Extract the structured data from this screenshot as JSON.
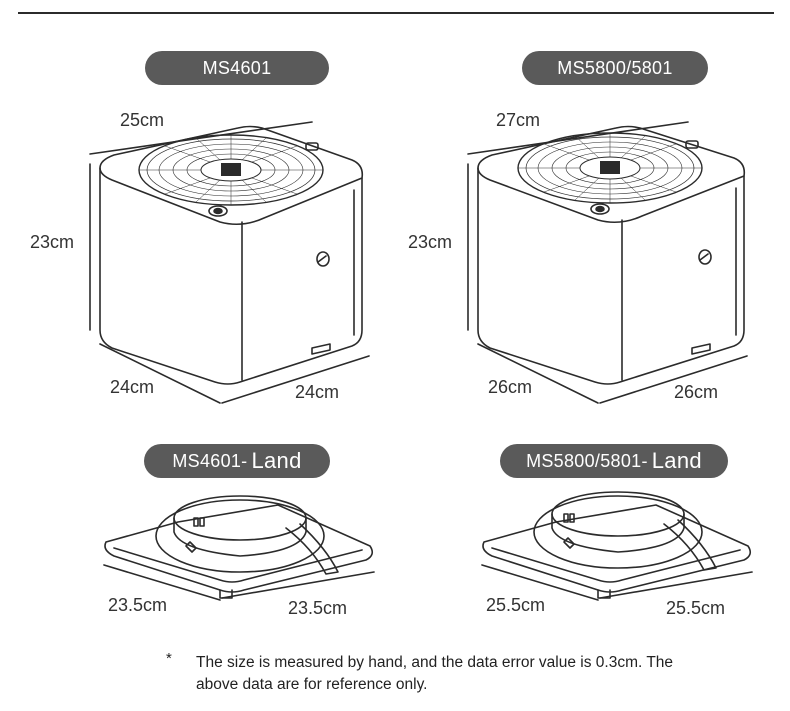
{
  "models": [
    {
      "label": "MS4601",
      "width": "25cm",
      "height": "23cm",
      "depth_left": "24cm",
      "depth_right": "24cm"
    },
    {
      "label": "MS5800/5801",
      "width": "27cm",
      "height": "23cm",
      "depth_left": "26cm",
      "depth_right": "26cm"
    }
  ],
  "lands": [
    {
      "label_prefix": "MS4601-",
      "label_suffix": "Land",
      "dim_left": "23.5cm",
      "dim_right": "23.5cm"
    },
    {
      "label_prefix": "MS5800/5801-",
      "label_suffix": "Land",
      "dim_left": "25.5cm",
      "dim_right": "25.5cm"
    }
  ],
  "note": {
    "marker": "*",
    "text": "The size is measured by hand, and the data error value is 0.3cm. The above data are for reference only."
  },
  "colors": {
    "pill_bg": "#5a5a5a",
    "line": "#2b2b2b"
  }
}
